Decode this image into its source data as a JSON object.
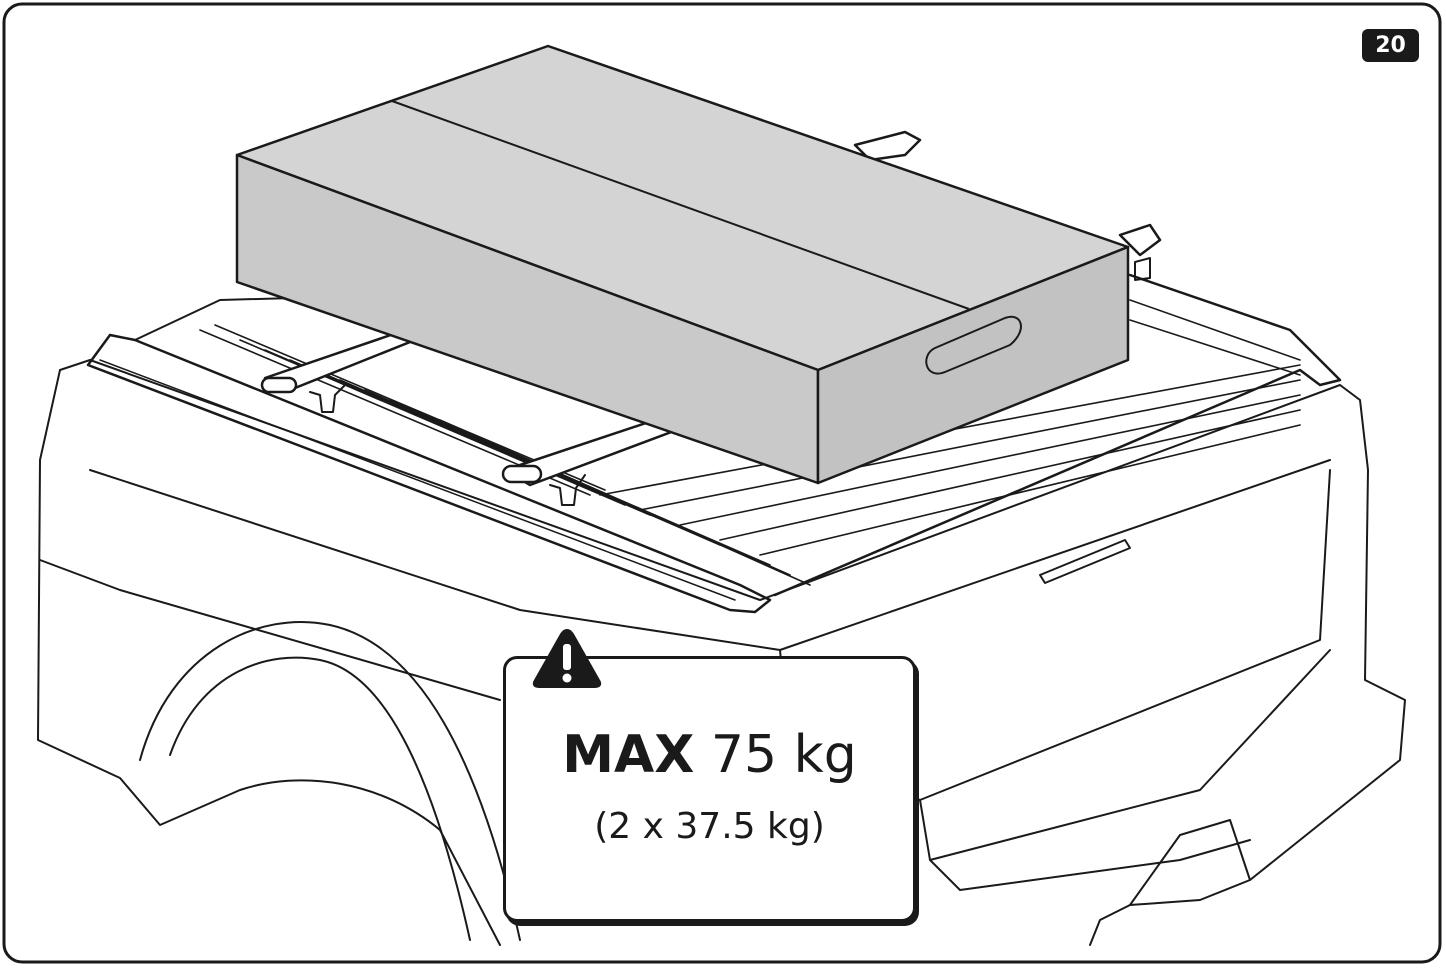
{
  "step": {
    "number": "20"
  },
  "load_label": {
    "max_word": "MAX",
    "max_value": "75 kg",
    "split": "(2 x 37.5 kg)"
  },
  "icons": {
    "warning": "warning-triangle-icon"
  },
  "colors": {
    "line": "#1a1a1a",
    "box_fill": "#d4d4d4",
    "box_side": "#c2c2c2",
    "background": "#ffffff"
  }
}
